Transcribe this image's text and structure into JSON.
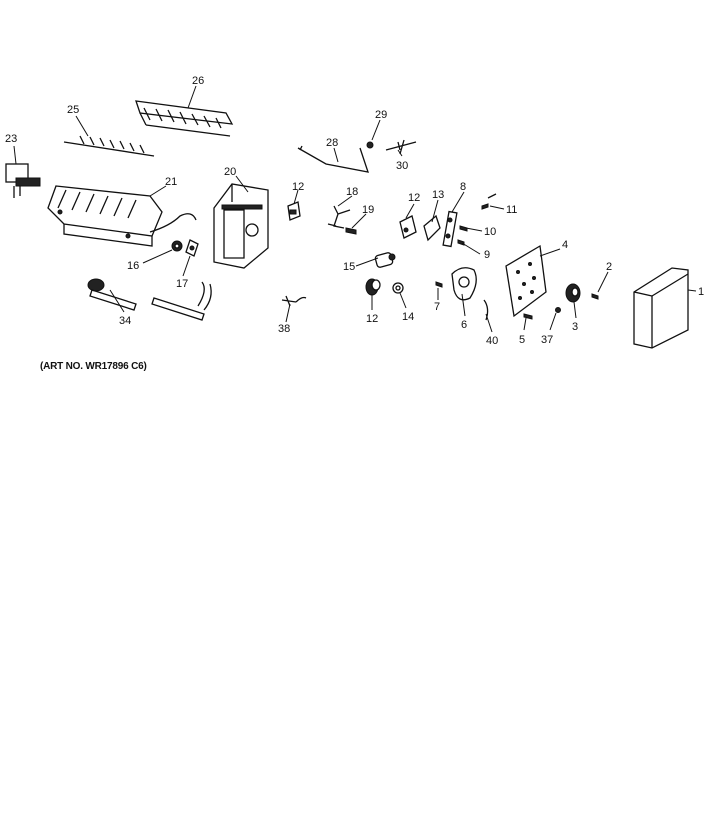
{
  "caption": "(ART NO. WR17896 C6)",
  "callouts": [
    {
      "id": "1",
      "label": "1"
    },
    {
      "id": "2",
      "label": "2"
    },
    {
      "id": "3",
      "label": "3"
    },
    {
      "id": "4",
      "label": "4"
    },
    {
      "id": "5",
      "label": "5"
    },
    {
      "id": "6",
      "label": "6"
    },
    {
      "id": "7",
      "label": "7"
    },
    {
      "id": "8",
      "label": "8"
    },
    {
      "id": "9",
      "label": "9"
    },
    {
      "id": "10",
      "label": "10"
    },
    {
      "id": "11",
      "label": "11"
    },
    {
      "id": "12a",
      "label": "12"
    },
    {
      "id": "12b",
      "label": "12"
    },
    {
      "id": "12c",
      "label": "12"
    },
    {
      "id": "13",
      "label": "13"
    },
    {
      "id": "14",
      "label": "14"
    },
    {
      "id": "15",
      "label": "15"
    },
    {
      "id": "16",
      "label": "16"
    },
    {
      "id": "17",
      "label": "17"
    },
    {
      "id": "18",
      "label": "18"
    },
    {
      "id": "19",
      "label": "19"
    },
    {
      "id": "20",
      "label": "20"
    },
    {
      "id": "21",
      "label": "21"
    },
    {
      "id": "23",
      "label": "23"
    },
    {
      "id": "25",
      "label": "25"
    },
    {
      "id": "26",
      "label": "26"
    },
    {
      "id": "28",
      "label": "28"
    },
    {
      "id": "29",
      "label": "29"
    },
    {
      "id": "30",
      "label": "30"
    },
    {
      "id": "34",
      "label": "34"
    },
    {
      "id": "37",
      "label": "37"
    },
    {
      "id": "38",
      "label": "38"
    },
    {
      "id": "40",
      "label": "40"
    }
  ]
}
